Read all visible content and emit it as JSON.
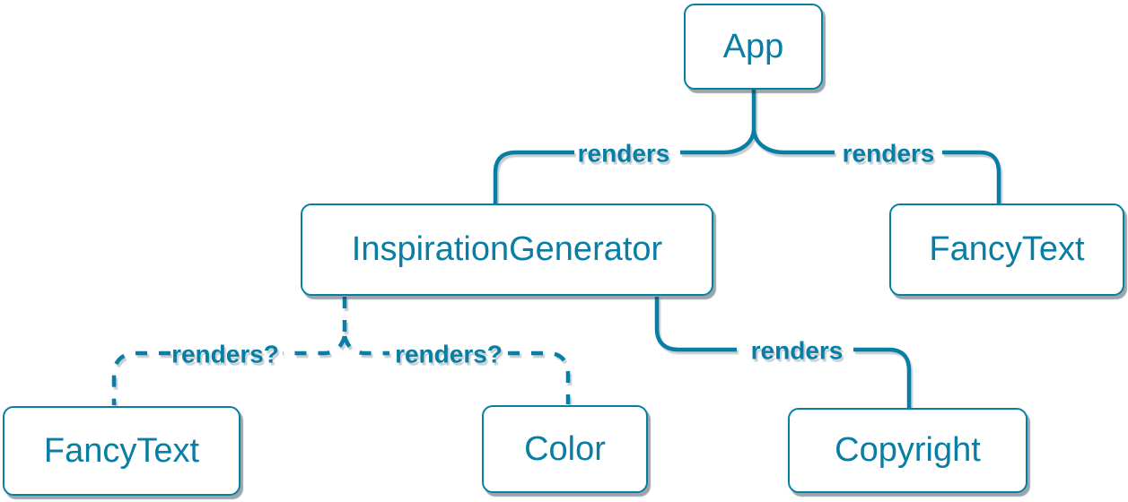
{
  "diagram": {
    "nodes": [
      {
        "id": "app",
        "label": "App"
      },
      {
        "id": "inspiration-generator",
        "label": "InspirationGenerator"
      },
      {
        "id": "fancy-text-top",
        "label": "FancyText"
      },
      {
        "id": "fancy-text-bottom",
        "label": "FancyText"
      },
      {
        "id": "color",
        "label": "Color"
      },
      {
        "id": "copyright",
        "label": "Copyright"
      }
    ],
    "edges": [
      {
        "from": "App",
        "to": "InspirationGenerator",
        "label": "renders",
        "style": "solid"
      },
      {
        "from": "App",
        "to": "FancyText",
        "label": "renders",
        "style": "solid"
      },
      {
        "from": "InspirationGenerator",
        "to": "FancyText",
        "label": "renders?",
        "style": "dashed"
      },
      {
        "from": "InspirationGenerator",
        "to": "Color",
        "label": "renders?",
        "style": "dashed"
      },
      {
        "from": "InspirationGenerator",
        "to": "Copyright",
        "label": "renders",
        "style": "solid"
      }
    ],
    "colors": {
      "accent": "#087ea4",
      "node_background": "#ffffff",
      "shadow": "rgba(35,56,70,0.45)"
    }
  }
}
